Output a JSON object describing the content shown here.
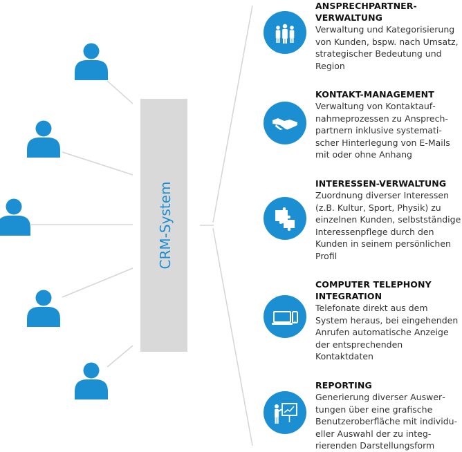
{
  "colors": {
    "accent": "#1b8fd2",
    "system_box": "#d9d9d9",
    "connector": "#d5d5d5"
  },
  "system": {
    "label": "CRM-System"
  },
  "users": [
    {
      "icon": "user-icon"
    },
    {
      "icon": "user-icon"
    },
    {
      "icon": "user-icon"
    },
    {
      "icon": "user-icon"
    },
    {
      "icon": "user-icon"
    },
    {
      "icon": "user-icon"
    }
  ],
  "features": [
    {
      "icon": "team-icon",
      "title": "ANSPRECHPARTNER-\nVERWALTUNG",
      "description": "Verwaltung und Katego­ri­sierung von Kunden, bspw. nach Umsatz, strategischer Bedeutung und Region"
    },
    {
      "icon": "handshake-icon",
      "title": "KONTAKT-MANAGEMENT",
      "description": "Verwaltung von Kontaktauf­nahmeprozessen zu Ansprech­partnern inklusive systemati­scher Hinterlegung von E-Mails mit oder ohne Anhang"
    },
    {
      "icon": "puzzle-icon",
      "title": "INTERESSEN-VERWALTUNG",
      "description": "Zuordnung diverser Interessen (z.B. Kultur, Sport, Physik) zu einzelnen Kunden, selbststän­dige Interessenpflege durch den Kunden in seinem persön­lichen Profil"
    },
    {
      "icon": "laptop-phone-icon",
      "title": "COMPUTER TELEPHONY\nINTEGRATION",
      "description": "Telefonate direkt aus dem System heraus, bei eingehen­den Anrufen automatische Anzeige der entsprechenden Kontaktdaten"
    },
    {
      "icon": "presentation-icon",
      "title": "REPORTING",
      "description": "Generierung diverser Auswer­tungen über eine grafische Benutzeroberfläche mit individu­eller Auswahl der zu integ­rierenden Darstellungsform"
    }
  ]
}
